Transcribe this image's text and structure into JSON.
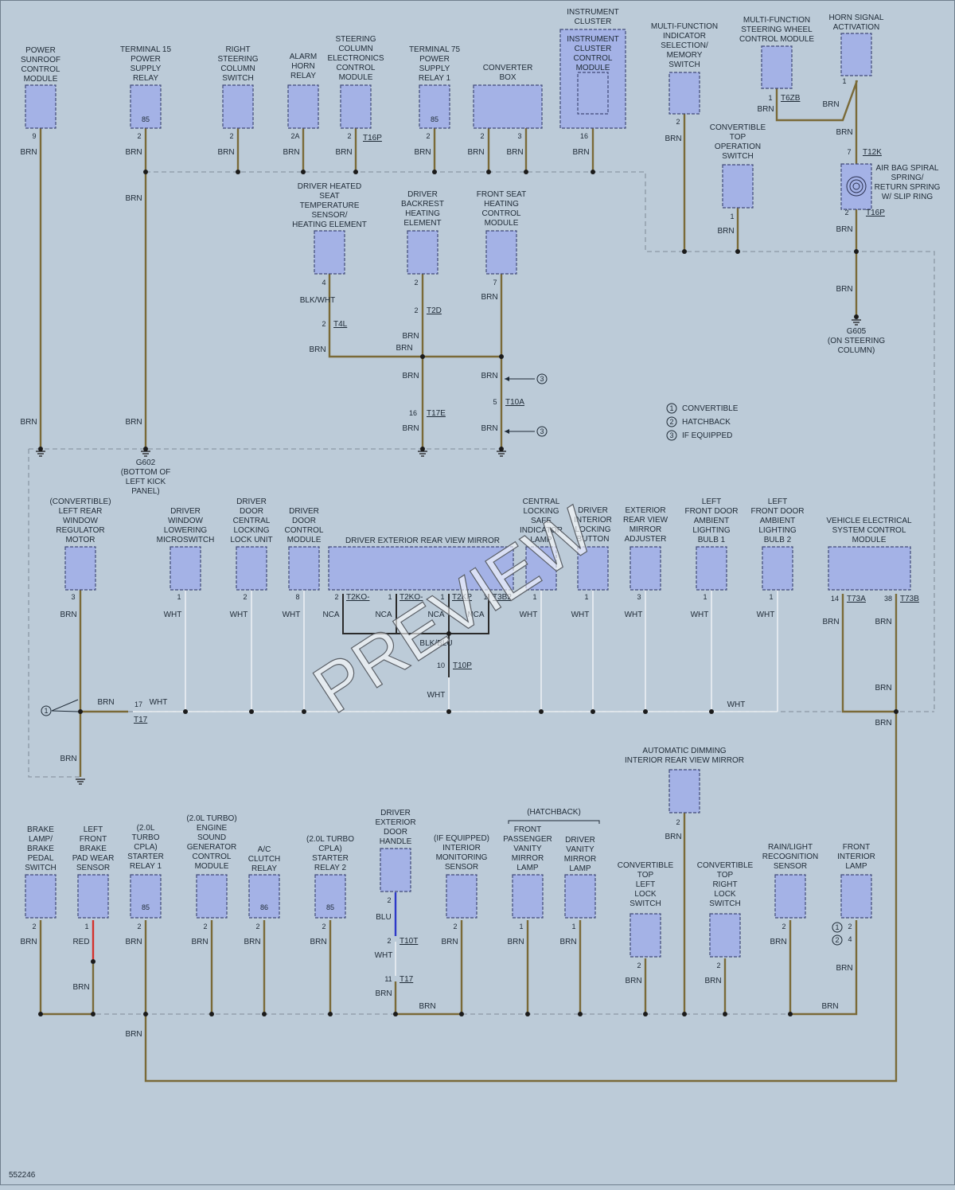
{
  "diagram_id": "552246",
  "watermark": "PREVIEW",
  "legend": [
    {
      "num": "1",
      "text": "CONVERTIBLE"
    },
    {
      "num": "2",
      "text": "HATCHBACK"
    },
    {
      "num": "3",
      "text": "IF EQUIPPED"
    }
  ],
  "components": [
    {
      "id": "power-sunroof-control-module",
      "lines": [
        "POWER",
        "SUNROOF",
        "CONTROL",
        "MODULE"
      ]
    },
    {
      "id": "terminal-15-power-supply-relay",
      "lines": [
        "TERMINAL 15",
        "POWER",
        "SUPPLY",
        "RELAY"
      ],
      "inner": "85"
    },
    {
      "id": "right-steering-column-switch",
      "lines": [
        "RIGHT",
        "STEERING",
        "COLUMN",
        "SWITCH"
      ]
    },
    {
      "id": "alarm-horn-relay",
      "lines": [
        "ALARM",
        "HORN",
        "RELAY"
      ]
    },
    {
      "id": "steering-column-electronics-control-module",
      "lines": [
        "STEERING",
        "COLUMN",
        "ELECTRONICS",
        "CONTROL",
        "MODULE"
      ]
    },
    {
      "id": "terminal-75-power-supply-relay-1",
      "lines": [
        "TERMINAL 75",
        "POWER",
        "SUPPLY",
        "RELAY 1"
      ],
      "inner": "85"
    },
    {
      "id": "converter-box",
      "lines": [
        "CONVERTER",
        "BOX"
      ]
    },
    {
      "id": "instrument-cluster",
      "lines": [
        "INSTRUMENT",
        "CLUSTER"
      ],
      "inner_lines": [
        "INSTRUMENT",
        "CLUSTER",
        "CONTROL",
        "MODULE"
      ]
    },
    {
      "id": "multi-function-indicator-selection-memory-switch",
      "lines": [
        "MULTI-FUNCTION",
        "INDICATOR",
        "SELECTION/",
        "MEMORY",
        "SWITCH"
      ]
    },
    {
      "id": "multi-function-steering-wheel-control-module",
      "lines": [
        "MULTI-FUNCTION",
        "STEERING WHEEL",
        "CONTROL MODULE"
      ]
    },
    {
      "id": "horn-signal-activation",
      "lines": [
        "HORN SIGNAL",
        "ACTIVATION"
      ]
    },
    {
      "id": "convertible-top-operation-switch",
      "lines": [
        "CONVERTIBLE",
        "TOP",
        "OPERATION",
        "SWITCH"
      ]
    },
    {
      "id": "air-bag-spiral-spring",
      "lines": [
        "AIR BAG SPIRAL",
        "SPRING/",
        "RETURN SPRING",
        "W/ SLIP RING"
      ]
    },
    {
      "id": "driver-heated-seat-temperature-sensor",
      "lines": [
        "DRIVER HEATED",
        "SEAT",
        "TEMPERATURE",
        "SENSOR/",
        "HEATING ELEMENT"
      ]
    },
    {
      "id": "driver-backrest-heating-element",
      "lines": [
        "DRIVER",
        "BACKREST",
        "HEATING",
        "ELEMENT"
      ]
    },
    {
      "id": "front-seat-heating-control-module",
      "lines": [
        "FRONT SEAT",
        "HEATING",
        "CONTROL",
        "MODULE"
      ]
    },
    {
      "id": "left-rear-window-regulator-motor",
      "lines": [
        "(CONVERTIBLE)",
        "LEFT REAR",
        "WINDOW",
        "REGULATOR",
        "MOTOR"
      ]
    },
    {
      "id": "driver-window-lowering-microswitch",
      "lines": [
        "DRIVER",
        "WINDOW",
        "LOWERING",
        "MICROSWITCH"
      ]
    },
    {
      "id": "driver-door-central-locking-lock-unit",
      "lines": [
        "DRIVER",
        "DOOR",
        "CENTRAL",
        "LOCKING",
        "LOCK UNIT"
      ]
    },
    {
      "id": "driver-door-control-module",
      "lines": [
        "DRIVER",
        "DOOR",
        "CONTROL",
        "MODULE"
      ]
    },
    {
      "id": "driver-exterior-rear-view-mirror",
      "lines": [
        "DRIVER EXTERIOR REAR VIEW MIRROR"
      ]
    },
    {
      "id": "central-locking-safe-indicator-lamp",
      "lines": [
        "CENTRAL",
        "LOCKING",
        "SAFE",
        "INDICATOR",
        "LAMP"
      ]
    },
    {
      "id": "driver-interior-locking-button",
      "lines": [
        "DRIVER",
        "INTERIOR",
        "LOCKING",
        "BUTTON"
      ]
    },
    {
      "id": "exterior-rear-view-mirror-adjuster",
      "lines": [
        "EXTERIOR",
        "REAR VIEW",
        "MIRROR",
        "ADJUSTER"
      ]
    },
    {
      "id": "left-front-door-ambient-lighting-bulb-1",
      "lines": [
        "LEFT",
        "FRONT DOOR",
        "AMBIENT",
        "LIGHTING",
        "BULB 1"
      ]
    },
    {
      "id": "left-front-door-ambient-lighting-bulb-2",
      "lines": [
        "LEFT",
        "FRONT DOOR",
        "AMBIENT",
        "LIGHTING",
        "BULB 2"
      ]
    },
    {
      "id": "vehicle-electrical-system-control-module",
      "lines": [
        "VEHICLE ELECTRICAL",
        "SYSTEM CONTROL",
        "MODULE"
      ]
    },
    {
      "id": "automatic-dimming-interior-rear-view-mirror",
      "lines": [
        "AUTOMATIC DIMMING",
        "INTERIOR REAR VIEW MIRROR"
      ]
    },
    {
      "id": "brake-lamp-brake-pedal-switch",
      "lines": [
        "BRAKE",
        "LAMP/",
        "BRAKE",
        "PEDAL",
        "SWITCH"
      ]
    },
    {
      "id": "left-front-brake-pad-wear-sensor",
      "lines": [
        "LEFT",
        "FRONT",
        "BRAKE",
        "PAD WEAR",
        "SENSOR"
      ]
    },
    {
      "id": "turbo-cpla-starter-relay-1",
      "lines": [
        "(2.0L",
        "TURBO",
        "CPLA)",
        "STARTER",
        "RELAY 1"
      ],
      "inner": "85"
    },
    {
      "id": "engine-sound-generator-control-module",
      "lines": [
        "(2.0L TURBO)",
        "ENGINE",
        "SOUND",
        "GENERATOR",
        "CONTROL",
        "MODULE"
      ]
    },
    {
      "id": "ac-clutch-relay",
      "lines": [
        "A/C",
        "CLUTCH",
        "RELAY"
      ],
      "inner": "86"
    },
    {
      "id": "turbo-cpla-starter-relay-2",
      "lines": [
        "(2.0L TURBO",
        "CPLA)",
        "STARTER",
        "RELAY 2"
      ],
      "inner": "85"
    },
    {
      "id": "driver-exterior-door-handle",
      "lines": [
        "DRIVER",
        "EXTERIOR",
        "DOOR",
        "HANDLE"
      ]
    },
    {
      "id": "interior-monitoring-sensor",
      "lines": [
        "(IF EQUIPPED)",
        "INTERIOR",
        "MONITORING",
        "SENSOR"
      ]
    },
    {
      "id": "front-passenger-vanity-mirror-lamp",
      "lines": [
        "FRONT",
        "PASSENGER",
        "VANITY",
        "MIRROR",
        "LAMP"
      ]
    },
    {
      "id": "driver-vanity-mirror-lamp",
      "lines": [
        "DRIVER",
        "VANITY",
        "MIRROR",
        "LAMP"
      ]
    },
    {
      "id": "convertible-top-left-lock-switch",
      "lines": [
        "CONVERTIBLE",
        "TOP",
        "LEFT",
        "LOCK",
        "SWITCH"
      ]
    },
    {
      "id": "convertible-top-right-lock-switch",
      "lines": [
        "CONVERTIBLE",
        "TOP",
        "RIGHT",
        "LOCK",
        "SWITCH"
      ]
    },
    {
      "id": "rain-light-recognition-sensor",
      "lines": [
        "RAIN/LIGHT",
        "RECOGNITION",
        "SENSOR"
      ]
    },
    {
      "id": "front-interior-lamp",
      "lines": [
        "FRONT",
        "INTERIOR",
        "LAMP"
      ]
    }
  ],
  "group_labels": {
    "hatchback": "(HATCHBACK)"
  },
  "grounds": [
    {
      "id": "G602",
      "lines": [
        "G602",
        "(BOTTOM OF",
        "LEFT KICK",
        "PANEL)"
      ]
    },
    {
      "id": "G605",
      "lines": [
        "G605",
        "(ON STEERING",
        "COLUMN)"
      ]
    }
  ],
  "connectors": [
    "T16P",
    "T6ZB",
    "T12K",
    "T16P",
    "T4L",
    "T2D",
    "T17E",
    "T10A",
    "T2KO-",
    "T2KO-",
    "T2KP",
    "T3B2",
    "T10P",
    "T73A",
    "T73B",
    "T17",
    "T10T",
    "T17"
  ],
  "wire_colors": {
    "BRN": "#7a6a38",
    "WHT": "#ecf0f3",
    "BLK": "#2b2b2b",
    "RED": "#d4322c",
    "BLU": "#2d39c9"
  },
  "wire_labels": [
    "BRN",
    "WHT",
    "BLK/WHT",
    "BLK/BLU",
    "RED",
    "BLU",
    "NCA"
  ],
  "pins": [
    "9",
    "2",
    "2",
    "2A",
    "2",
    "2",
    "2",
    "3",
    "16",
    "2",
    "1",
    "1",
    "7",
    "2",
    "1",
    "4",
    "2",
    "2",
    "2",
    "7",
    "5",
    "16",
    "3",
    "1",
    "2",
    "8",
    "2",
    "1",
    "1",
    "1",
    "1",
    "1",
    "3",
    "1",
    "1",
    "14",
    "38",
    "10",
    "17",
    "2",
    "2",
    "1",
    "2",
    "2",
    "2",
    "2",
    "2",
    "2",
    "2",
    "1",
    "1",
    "2",
    "2",
    "2",
    "2",
    "4",
    "11"
  ]
}
